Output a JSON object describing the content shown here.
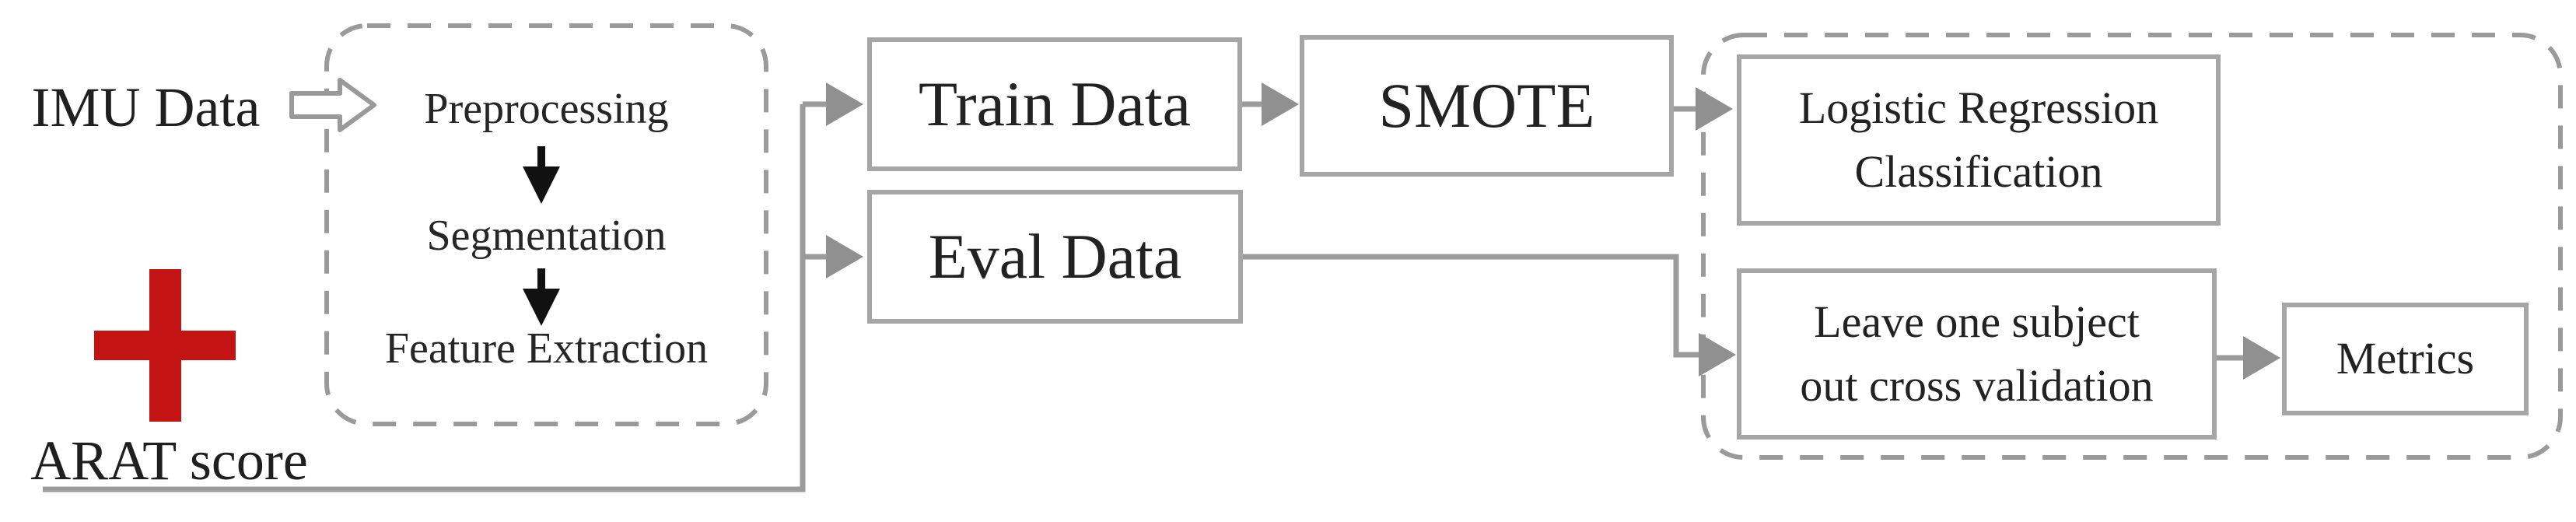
{
  "diagram": {
    "labels": {
      "imu": "IMU Data",
      "arat": "ARAT score"
    },
    "pipeline": {
      "steps": [
        "Preprocessing",
        "Segmentation",
        "Feature Extraction"
      ]
    },
    "nodes": {
      "train": "Train Data",
      "eval": "Eval Data",
      "smote": "SMOTE",
      "classification": [
        "Logistic Regression",
        "Classification"
      ],
      "validation": [
        "Leave one subject",
        "out cross validation"
      ],
      "metrics": "Metrics"
    },
    "colors": {
      "solid_box_border": "#a6a6a6",
      "dashed_box_border": "#9a9a9a",
      "connector_gray": "#999999",
      "step_arrow_black": "#111111",
      "plus_red": "#c31313",
      "text": "#222222",
      "background": "#ffffff"
    }
  }
}
